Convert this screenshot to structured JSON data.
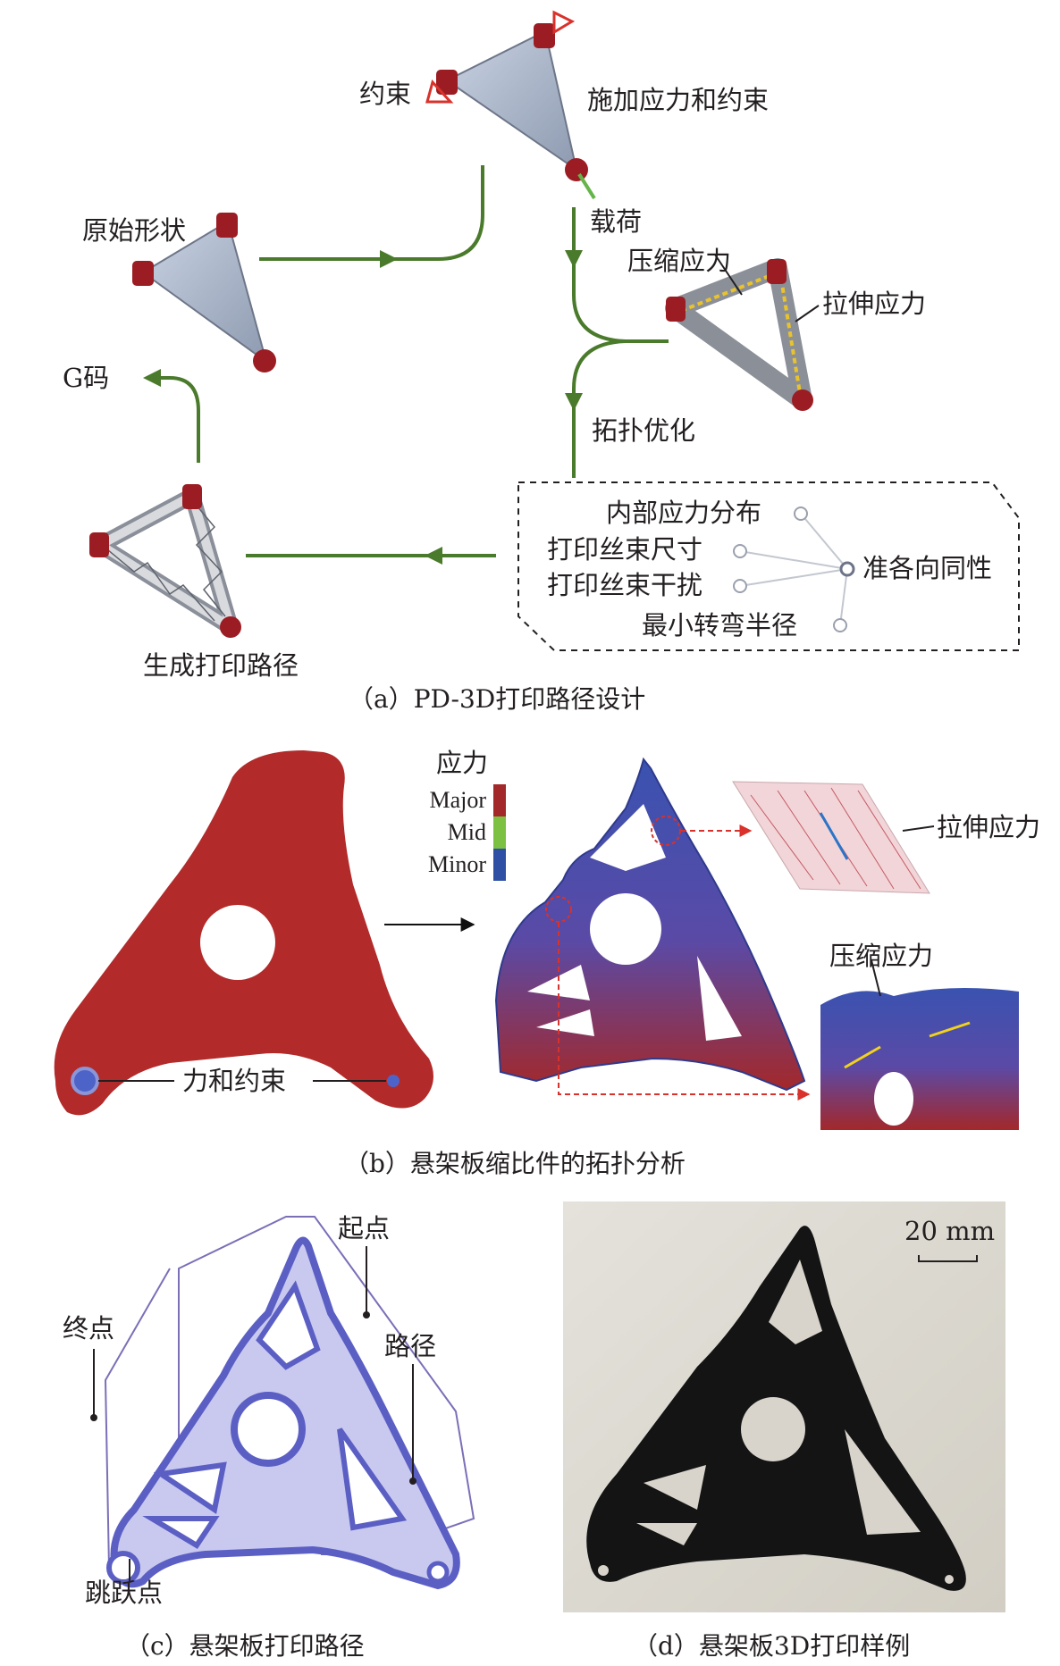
{
  "panel_a": {
    "caption": "（a）PD-3D打印路径设计",
    "label_constraint": "约束",
    "label_apply": "施加应力和约束",
    "label_original": "原始形状",
    "label_load": "载荷",
    "label_compress": "压缩应力",
    "label_tensile": "拉伸应力",
    "label_gcode": "G码",
    "label_topo": "拓扑优化",
    "label_generate": "生成打印路径",
    "factors": [
      "内部应力分布",
      "打印丝束尺寸",
      "打印丝束干扰",
      "最小转弯半径"
    ],
    "factor_target": "准各向同性"
  },
  "panel_b": {
    "caption": "（b）悬架板缩比件的拓扑分析",
    "legend_title": "应力",
    "legend_items": [
      {
        "label": "Major",
        "color": "#a3282a"
      },
      {
        "label": "Mid",
        "color": "#7cc142"
      },
      {
        "label": "Minor",
        "color": "#2e4fa3"
      }
    ],
    "label_force": "力和约束",
    "label_tensile": "拉伸应力",
    "label_compress": "压缩应力"
  },
  "panel_c": {
    "caption": "（c）悬架板打印路径",
    "label_start": "起点",
    "label_end": "终点",
    "label_path": "路径",
    "label_jump": "跳跃点"
  },
  "panel_d": {
    "caption": "（d）悬架板3D打印样例",
    "scale": "20 mm"
  },
  "colors": {
    "arrow_green": "#4a7a2b",
    "red_part": "#b22a2a",
    "blue_path": "#6b6fc9"
  }
}
